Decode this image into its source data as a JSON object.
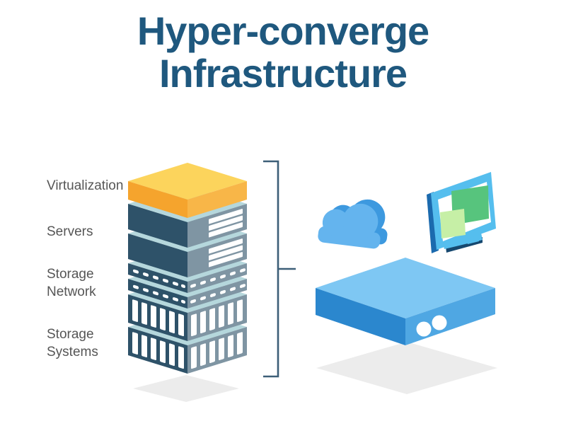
{
  "title": {
    "line1": "Hyper-converge",
    "line2": "Infrastructure"
  },
  "diagram": {
    "stack_labels": [
      {
        "text": "Virtualization"
      },
      {
        "text": "Servers"
      },
      {
        "text": "Storage Network"
      },
      {
        "text": "Storage Systems"
      }
    ],
    "right_icons": [
      "cloud-icon",
      "monitor-icon",
      "appliance-box-icon"
    ]
  },
  "palette": {
    "background": "#FFFFFF",
    "title_text": "#1F587E",
    "label_text": "#565656",
    "virt_top": "#FCD45C",
    "virt_left": "#F5A42D",
    "virt_right": "#F8B648",
    "slab_top": "#B5D7DC",
    "slab_front": "#2E5269",
    "slab_side": "#7F95A3",
    "detail_white": "#FFFFFF",
    "bracket": "#3D5F78",
    "cloud_front": "#64B4EE",
    "cloud_back": "#3D99DF",
    "box_top": "#7EC7F3",
    "box_front": "#2B87CE",
    "box_side": "#4FA7E3",
    "monitor_frame": "#55BEEE",
    "monitor_edge": "#1B6AAE",
    "monitor_dark": "#16486F",
    "screen_white": "#FFFFFF",
    "screen_green": "#57C47D",
    "screen_green_light": "#C6EFA6",
    "shadow": "#ECECEC"
  }
}
